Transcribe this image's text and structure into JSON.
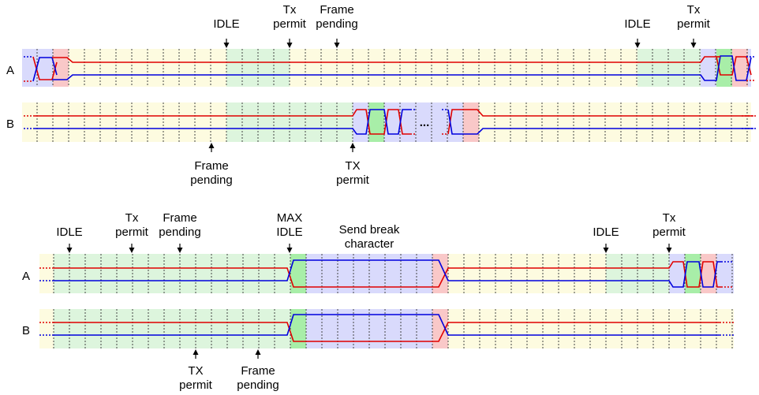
{
  "panel1": {
    "annotations_top": [
      {
        "lines": [
          "IDLE"
        ],
        "id": "idle-1"
      },
      {
        "lines": [
          "Tx",
          "permit"
        ],
        "id": "tx-permit-1"
      },
      {
        "lines": [
          "Frame",
          "pending"
        ],
        "id": "frame-pending-1"
      },
      {
        "lines": [
          "IDLE"
        ],
        "id": "idle-2"
      },
      {
        "lines": [
          "Tx",
          "permit"
        ],
        "id": "tx-permit-2"
      }
    ],
    "annotations_bottom": [
      {
        "lines": [
          "Frame",
          "pending"
        ],
        "id": "frame-pending-b"
      },
      {
        "lines": [
          "TX",
          "permit"
        ],
        "id": "tx-permit-b"
      }
    ],
    "row_a_label": "A",
    "row_b_label": "B",
    "ellipsis": "..."
  },
  "panel2": {
    "annotations_top": [
      {
        "lines": [
          "IDLE"
        ],
        "id": "idle-1"
      },
      {
        "lines": [
          "Tx",
          "permit"
        ],
        "id": "tx-permit-1"
      },
      {
        "lines": [
          "Frame",
          "pending"
        ],
        "id": "frame-pending-1"
      },
      {
        "lines": [
          "MAX",
          "IDLE"
        ],
        "id": "max-idle"
      },
      {
        "lines": [
          "Send break",
          "character"
        ],
        "id": "send-break"
      },
      {
        "lines": [
          "IDLE"
        ],
        "id": "idle-2"
      },
      {
        "lines": [
          "Tx",
          "permit"
        ],
        "id": "tx-permit-2"
      }
    ],
    "annotations_bottom": [
      {
        "lines": [
          "TX",
          "permit"
        ],
        "id": "tx-permit-b"
      },
      {
        "lines": [
          "Frame",
          "pending"
        ],
        "id": "frame-pending-b"
      }
    ],
    "row_a_label": "A",
    "row_b_label": "B"
  },
  "colors": {
    "line_red": "#e00000",
    "line_blue": "#0000dd",
    "bg_yellow": "#fdfbe0",
    "bg_green": "#ddf5dd",
    "bg_lavender": "#d9dafc",
    "bg_pink": "#f9c8c8",
    "bg_bright_green": "#a8eea8"
  }
}
